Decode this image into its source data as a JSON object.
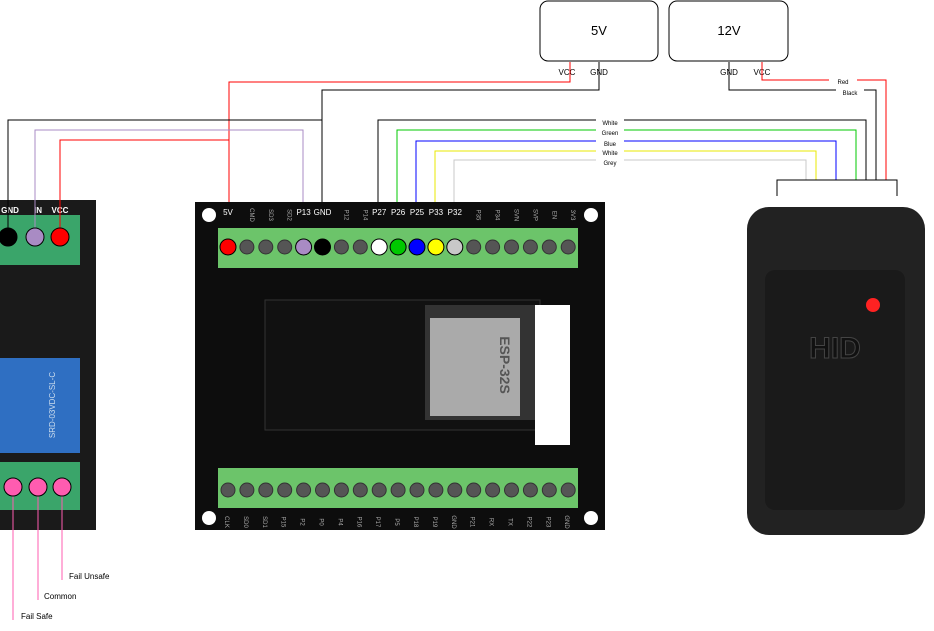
{
  "power_supplies": [
    {
      "label": "5V",
      "pins": [
        "VCC",
        "GND"
      ]
    },
    {
      "label": "12V",
      "pins": [
        "GND",
        "VCC"
      ]
    }
  ],
  "wire_labels": {
    "red": "Red",
    "black": "Black",
    "white1": "White",
    "green": "Green",
    "blue": "Blue",
    "white2": "White",
    "grey": "Grey"
  },
  "relay": {
    "top_pins": [
      "GND",
      "IN",
      "VCC"
    ],
    "relay_text": "SRD-03VDC-SL-C",
    "outputs": [
      "Fail Safe",
      "Common",
      "Fail Unsafe"
    ]
  },
  "esp": {
    "top_labels": [
      "5V",
      "CMD",
      "SD3",
      "SD2",
      "P13",
      "GND",
      "P12",
      "P14",
      "P27",
      "P26",
      "P25",
      "P33",
      "P32",
      "P35",
      "P34",
      "SVN",
      "SVP",
      "EN",
      "3V3"
    ],
    "bottom_labels": [
      "CLK",
      "SD0",
      "SD1",
      "P15",
      "P2",
      "P0",
      "P4",
      "P16",
      "P17",
      "P5",
      "P18",
      "P19",
      "GND",
      "P21",
      "RX",
      "TX",
      "P22",
      "P23",
      "GND"
    ],
    "connected_labels": [
      "5V",
      "P13",
      "GND",
      "P27",
      "P26",
      "P25",
      "P33",
      "P32"
    ],
    "module_text": "ESP-32S"
  },
  "reader": {
    "brand": "HID"
  },
  "colors": {
    "red": "#ff0000",
    "black": "#000000",
    "purple": "#a98bc4",
    "white": "#ffffff",
    "green": "#00c800",
    "blue": "#0000ff",
    "yellow": "#ffff00",
    "grey": "#c8c8c8",
    "pink": "#ff5cb0"
  }
}
